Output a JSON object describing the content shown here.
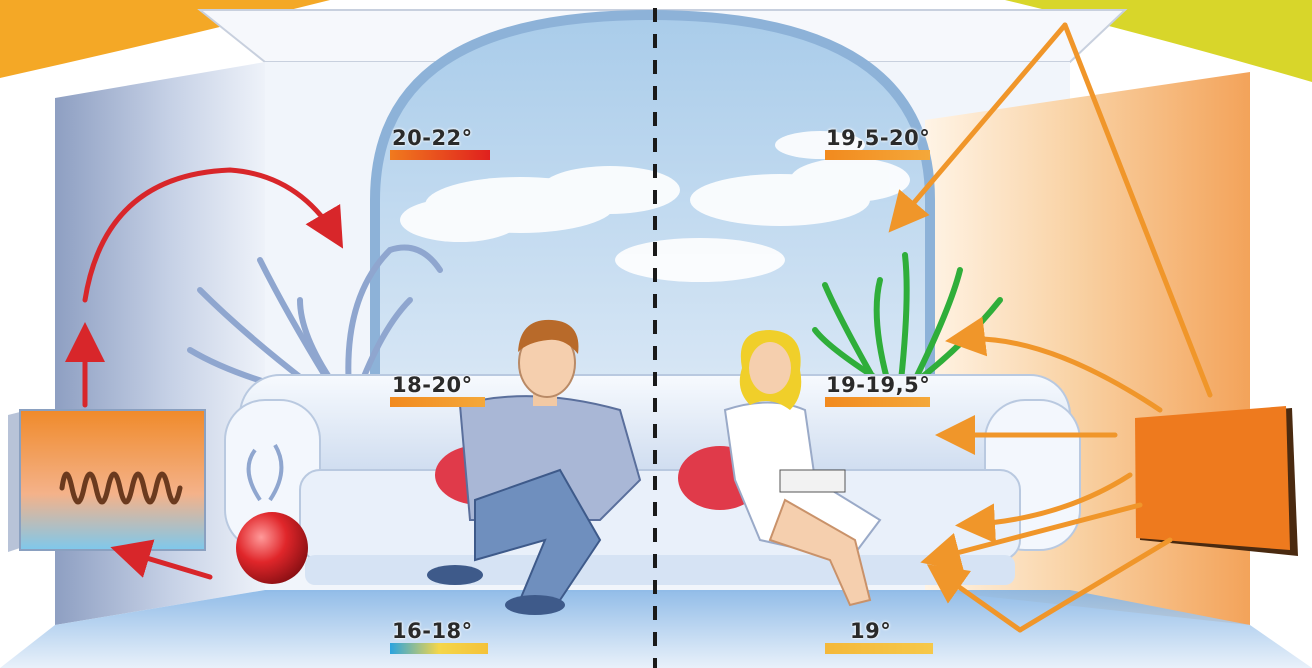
{
  "colors": {
    "cold_wall": "#a9b7d2",
    "warm_wall": "#f5b36e",
    "sky": "#bcd6ee",
    "sofa": "#e6eef8",
    "floor": "#9cc3ea",
    "red_arrow": "#d8262a",
    "orange_arrow": "#f0962a",
    "panel": "#ee7a1e",
    "plant_cold": "#8fa6cf",
    "plant_warm": "#2fae3a",
    "divider": "#1a1a1a"
  },
  "left_side": {
    "labels": {
      "top": "20-22°",
      "middle": "18-20°",
      "floor": "16-18°"
    },
    "heater_icon": "convector-radiator-icon"
  },
  "right_side": {
    "labels": {
      "top": "19,5-20°",
      "middle": "19-19,5°",
      "floor": "19°"
    },
    "heater_icon": "infrared-panel-icon"
  }
}
